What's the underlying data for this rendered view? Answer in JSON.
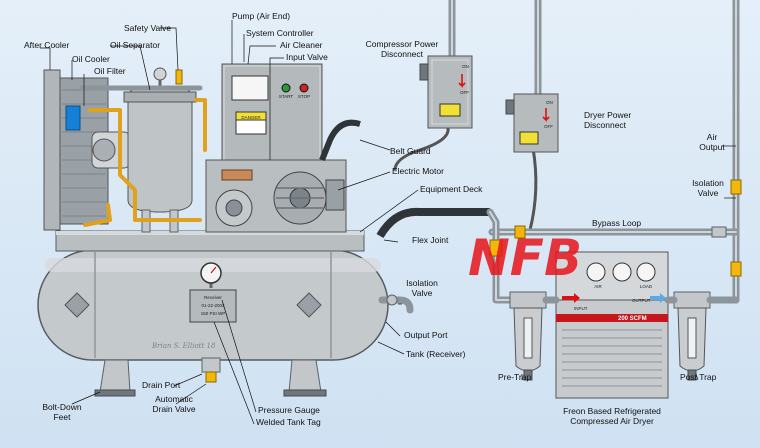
{
  "labels": {
    "safety_valve": "Safety Valve",
    "pump_air_end": "Pump (Air End)",
    "system_controller": "System Controller",
    "after_cooler": "After Cooler",
    "oil_separator": "Oil Separator",
    "air_cleaner": "Air Cleaner",
    "oil_cooler": "Oil Cooler",
    "oil_filter": "Oil Filter",
    "input_valve": "Input Valve",
    "compressor_power_disconnect_1": "Compressor Power",
    "compressor_power_disconnect_2": "Disconnect",
    "dryer_power_disconnect_1": "Dryer Power",
    "dryer_power_disconnect_2": "Disconnect",
    "air_output_1": "Air",
    "air_output_2": "Output",
    "belt_guard": "Belt Guard",
    "electric_motor": "Electric Motor",
    "equipment_deck": "Equipment Deck",
    "isolation_valve_right_1": "Isolation",
    "isolation_valve_right_2": "Valve",
    "bypass_loop": "Bypass Loop",
    "flex_joint": "Flex Joint",
    "isolation_valve_left_1": "Isolation",
    "isolation_valve_left_2": "Valve",
    "output_port": "Output Port",
    "tank_receiver": "Tank (Receiver)",
    "pre_trap": "Pre-Trap",
    "post_trap": "Post Trap",
    "drain_port": "Drain Port",
    "automatic_drain_valve_1": "Automatic",
    "automatic_drain_valve_2": "Drain Valve",
    "bolt_down_feet_1": "Bolt-Down",
    "bolt_down_feet_2": "Feet",
    "pressure_gauge": "Pressure Gauge",
    "welded_tank_tag": "Welded Tank Tag",
    "dryer_1": "Freon Based Refrigerated",
    "dryer_2": "Compressed Air Dryer"
  },
  "tank_tag": {
    "line1": "Receiver",
    "line2": "01-22-2002",
    "line3": "150 PSI WP"
  },
  "signature": "Brian S. Elliott 18",
  "dryer_panel": {
    "rating": "200 SCFM",
    "input": "INPUT",
    "output": "OUTPUT",
    "gauge1": "AIR",
    "gauge2": "LOAD"
  },
  "controller_panel": {
    "start": "START",
    "stop": "STOP",
    "warning": "DANGER"
  },
  "disconnect": {
    "on": "ON",
    "off": "OFF"
  },
  "watermark": "NFB",
  "colors": {
    "background": "#d7e7f5",
    "tank": "#c4c9cc",
    "piping": "#8c959c",
    "oil_line": "#e0a21d",
    "valve": "#f2b70a",
    "watermark": "#e8141c",
    "dryer_stripe": "#c7171d"
  }
}
